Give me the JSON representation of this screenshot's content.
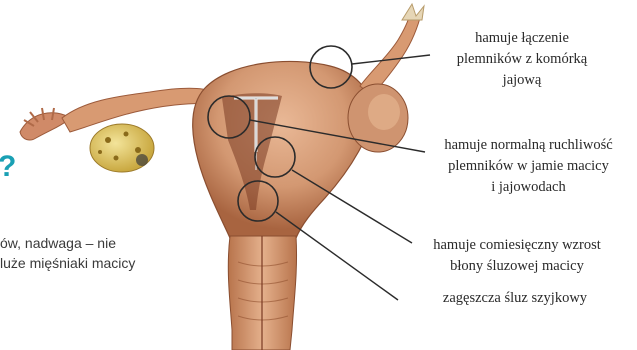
{
  "left_text": {
    "heading_fragment": "?",
    "body_line_1": "ów, nadwaga – nie",
    "body_line_2": "luże mięśniaki macicy"
  },
  "annotations": [
    {
      "lines": [
        "hamuje łączenie",
        "plemników z komórką",
        "jajową"
      ]
    },
    {
      "lines": [
        "hamuje normalną ruchliwość",
        "plemników w jamie macicy",
        "i jajowodach"
      ]
    },
    {
      "lines": [
        "hamuje comiesięczny wzrost",
        "błony śluzowej macicy"
      ]
    },
    {
      "lines": [
        "zagęszcza śluz szyjkowy"
      ]
    }
  ],
  "colors": {
    "heading": "#1aa0b4",
    "tissue": "#d9a07a",
    "tissue_dark": "#a8623e",
    "ovary": "#e8d36a",
    "iud": "#f4f4f4",
    "pointer": "#2b2b2b"
  }
}
